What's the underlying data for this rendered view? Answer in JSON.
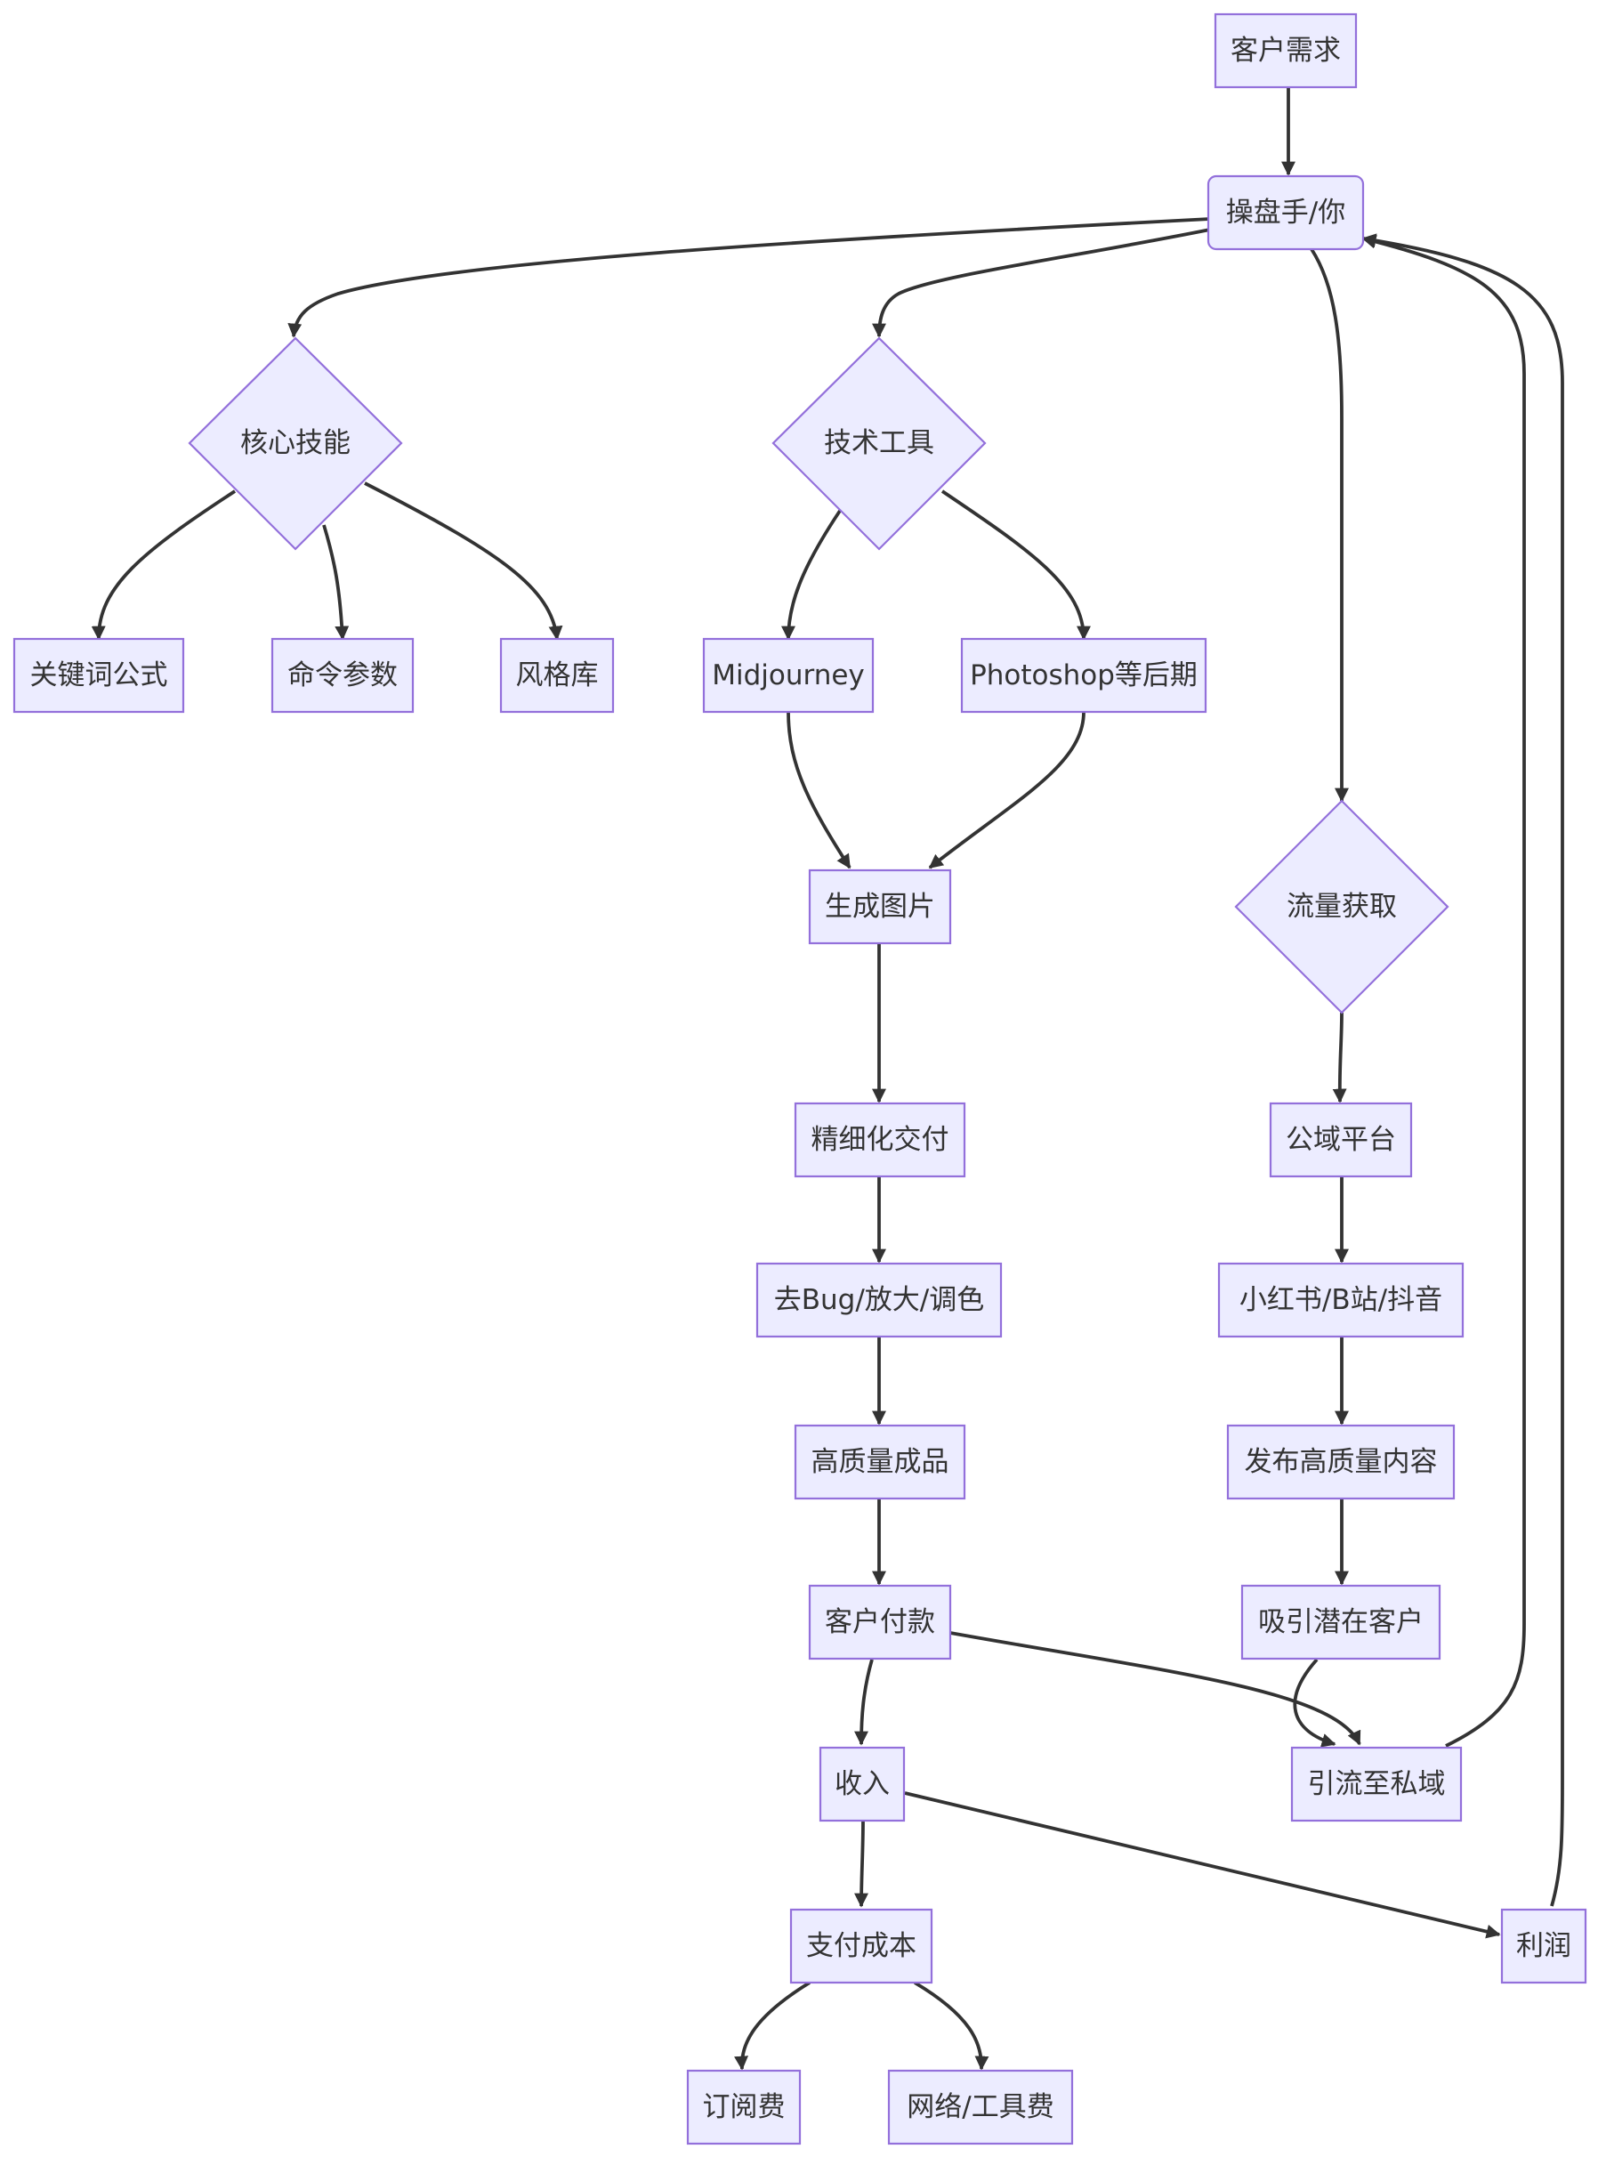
{
  "nodes": [
    {
      "id": "kehuxuqiu",
      "label": "客户需求",
      "shape": "rect"
    },
    {
      "id": "caopanshou",
      "label": "操盘手/你",
      "shape": "round"
    },
    {
      "id": "hexinjineng",
      "label": "核心技能",
      "shape": "diamond"
    },
    {
      "id": "jishugongju",
      "label": "技术工具",
      "shape": "diamond"
    },
    {
      "id": "guanjianci",
      "label": "关键词公式",
      "shape": "rect"
    },
    {
      "id": "minglingcanshu",
      "label": "命令参数",
      "shape": "rect"
    },
    {
      "id": "fenggeku",
      "label": "风格库",
      "shape": "rect"
    },
    {
      "id": "midjourney",
      "label": "Midjourney",
      "shape": "rect"
    },
    {
      "id": "photoshop",
      "label": "Photoshop等后期",
      "shape": "rect"
    },
    {
      "id": "shengchengtupian",
      "label": "生成图片",
      "shape": "rect"
    },
    {
      "id": "liuliangguoqu",
      "label": "流量获取",
      "shape": "diamond"
    },
    {
      "id": "jingxihua",
      "label": "精细化交付",
      "shape": "rect"
    },
    {
      "id": "gongyupingtai",
      "label": "公域平台",
      "shape": "rect"
    },
    {
      "id": "qubug",
      "label": "去Bug/放大/调色",
      "shape": "rect"
    },
    {
      "id": "xiaohongshu",
      "label": "小红书/B站/抖音",
      "shape": "rect"
    },
    {
      "id": "gaozhiliang",
      "label": "高质量成品",
      "shape": "rect"
    },
    {
      "id": "fabu",
      "label": "发布高质量内容",
      "shape": "rect"
    },
    {
      "id": "kehufukuan",
      "label": "客户付款",
      "shape": "rect"
    },
    {
      "id": "xiyin",
      "label": "吸引潜在客户",
      "shape": "rect"
    },
    {
      "id": "shouru",
      "label": "收入",
      "shape": "rect"
    },
    {
      "id": "yinliu",
      "label": "引流至私域",
      "shape": "rect"
    },
    {
      "id": "zhifuchengben",
      "label": "支付成本",
      "shape": "rect"
    },
    {
      "id": "lirun",
      "label": "利润",
      "shape": "rect"
    },
    {
      "id": "dingyuefei",
      "label": "订阅费",
      "shape": "rect"
    },
    {
      "id": "wangluo",
      "label": "网络/工具费",
      "shape": "rect"
    }
  ],
  "edges": [
    {
      "from": "kehuxuqiu",
      "to": "caopanshou"
    },
    {
      "from": "caopanshou",
      "to": "hexinjineng"
    },
    {
      "from": "caopanshou",
      "to": "jishugongju"
    },
    {
      "from": "caopanshou",
      "to": "liuliangguoqu"
    },
    {
      "from": "hexinjineng",
      "to": "guanjianci"
    },
    {
      "from": "hexinjineng",
      "to": "minglingcanshu"
    },
    {
      "from": "hexinjineng",
      "to": "fenggeku"
    },
    {
      "from": "jishugongju",
      "to": "midjourney"
    },
    {
      "from": "jishugongju",
      "to": "photoshop"
    },
    {
      "from": "midjourney",
      "to": "shengchengtupian"
    },
    {
      "from": "photoshop",
      "to": "shengchengtupian"
    },
    {
      "from": "shengchengtupian",
      "to": "jingxihua"
    },
    {
      "from": "jingxihua",
      "to": "qubug"
    },
    {
      "from": "qubug",
      "to": "gaozhiliang"
    },
    {
      "from": "gaozhiliang",
      "to": "kehufukuan"
    },
    {
      "from": "kehufukuan",
      "to": "shouru"
    },
    {
      "from": "kehufukuan",
      "to": "yinliu"
    },
    {
      "from": "liuliangguoqu",
      "to": "gongyupingtai"
    },
    {
      "from": "gongyupingtai",
      "to": "xiaohongshu"
    },
    {
      "from": "xiaohongshu",
      "to": "fabu"
    },
    {
      "from": "fabu",
      "to": "xiyin"
    },
    {
      "from": "xiyin",
      "to": "yinliu"
    },
    {
      "from": "yinliu",
      "to": "caopanshou"
    },
    {
      "from": "shouru",
      "to": "zhifuchengben"
    },
    {
      "from": "shouru",
      "to": "lirun"
    },
    {
      "from": "lirun",
      "to": "caopanshou"
    },
    {
      "from": "zhifuchengben",
      "to": "dingyuefei"
    },
    {
      "from": "zhifuchengben",
      "to": "wangluo"
    }
  ]
}
